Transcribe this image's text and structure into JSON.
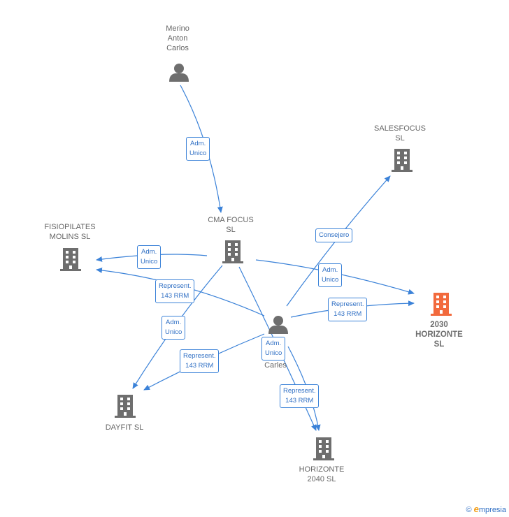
{
  "nodes": {
    "merino": {
      "label": "Merino\nAnton\nCarlos"
    },
    "cma": {
      "label": "CMA FOCUS\nSL"
    },
    "salesfocus": {
      "label": "SALESFOCUS\nSL"
    },
    "fisiopilates": {
      "label": "FISIOPILATES\nMOLINS  SL"
    },
    "main": {
      "label": "2030\nHORIZONTE\nSL"
    },
    "carles": {
      "label": "Carles"
    },
    "dayfit": {
      "label": "DAYFIT  SL"
    },
    "horizonte2040": {
      "label": "HORIZONTE\n2040  SL"
    }
  },
  "edges": {
    "merino_cma": "Adm.\nUnico",
    "carles_salesfocus": "Consejero",
    "cma_fisiopilates": "Adm.\nUnico",
    "carles_fisiopilates": "Represent.\n143 RRM",
    "cma_main": "Adm.\nUnico",
    "carles_main": "Represent.\n143 RRM",
    "cma_dayfit": "Adm.\nUnico",
    "carles_dayfit": "Represent.\n143 RRM",
    "carles_h2040_adm": "Adm.\nUnico",
    "carles_h2040_rep": "Represent.\n143 RRM"
  },
  "footer": {
    "copyright": "©",
    "brand_e": "e",
    "brand_rest": "mpresia"
  },
  "colors": {
    "edge": "#3b82d8",
    "node": "#6e6e6e",
    "main_node": "#f26a3d"
  }
}
